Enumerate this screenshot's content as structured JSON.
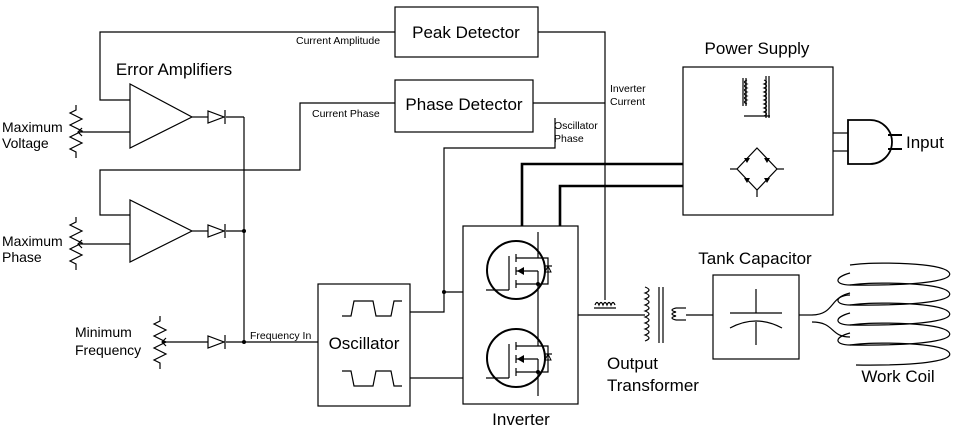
{
  "blocks": {
    "peak_detector": "Peak Detector",
    "phase_detector": "Phase Detector",
    "power_supply": "Power Supply",
    "error_amplifiers": "Error Amplifiers",
    "oscillator": "Oscillator",
    "inverter": "Inverter",
    "tank_capacitor": "Tank Capacitor",
    "work_coil": "Work Coil",
    "input": "Input"
  },
  "output_transformer": [
    "Output",
    "Transformer"
  ],
  "controls": {
    "max_voltage": [
      "Maximum",
      "Voltage"
    ],
    "max_phase": [
      "Maximum",
      "Phase"
    ],
    "min_frequency": [
      "Minimum",
      "Frequency"
    ]
  },
  "signals": {
    "current_amplitude": "Current Amplitude",
    "current_phase": "Current Phase",
    "inverter_current": [
      "Inverter",
      "Current"
    ],
    "oscillator_phase": [
      "Oscillator",
      "Phase"
    ],
    "frequency_in": "Frequency In"
  }
}
